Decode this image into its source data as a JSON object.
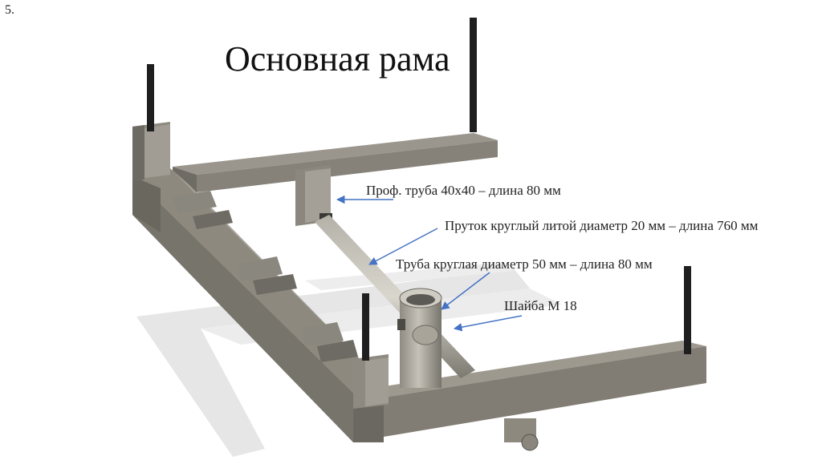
{
  "slide_number": "5.",
  "title": "Основная рама",
  "labels": {
    "prof_tube": "Проф.  труба 40х40 – длина 80 мм",
    "round_bar": "Пруток круглый литой диаметр 20 мм – длина 760 мм",
    "round_tube": "Труба круглая диаметр 50 мм – длина 80 мм",
    "washer": "Шайба М 18"
  },
  "colors": {
    "frame": "#858177",
    "frame_dark": "#5f5c55",
    "frame_light": "#a8a49a",
    "shadow": "#e3e3e3",
    "stud": "#1c1c1c",
    "arrow": "#4472c4"
  }
}
